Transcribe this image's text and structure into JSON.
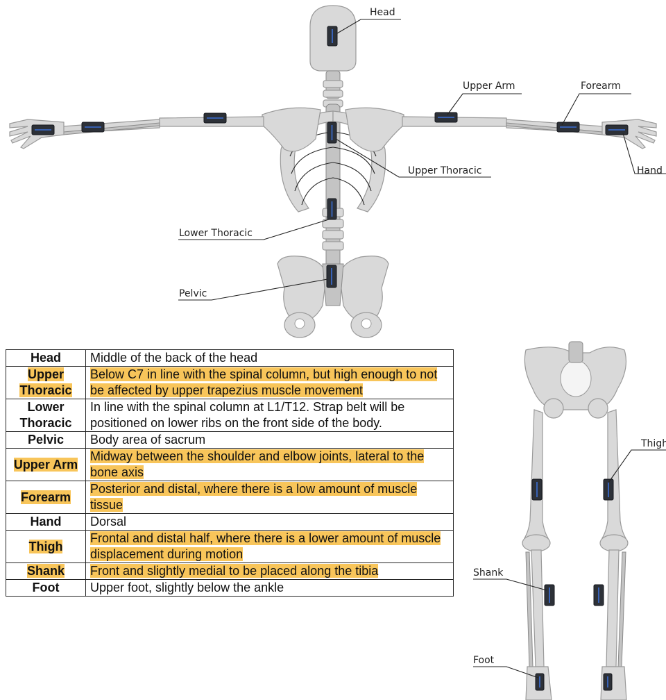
{
  "labels": {
    "head": "Head",
    "upper_arm": "Upper Arm",
    "forearm": "Forearm",
    "upper_thoracic": "Upper Thoracic",
    "hand": "Hand",
    "lower_thoracic": "Lower Thoracic",
    "pelvic": "Pelvic",
    "thigh": "Thigh",
    "shank": "Shank",
    "foot": "Foot"
  },
  "highlight_color": "#f8c55a",
  "table": {
    "rows": [
      {
        "segment": "Head",
        "description": "Middle of the back of the head",
        "highlighted": false
      },
      {
        "segment": "Upper Thoracic",
        "description": "Below C7 in line with the spinal column, but high enough to not be affected by upper trapezius muscle movement",
        "highlighted": true
      },
      {
        "segment": "Lower Thoracic",
        "description": "In line with the spinal column at L1/T12. Strap belt will be positioned on lower ribs on the front side of the body.",
        "highlighted": false
      },
      {
        "segment": "Pelvic",
        "description": "Body area of sacrum",
        "highlighted": false
      },
      {
        "segment": "Upper Arm",
        "description": "Midway between the shoulder and elbow joints, lateral to the bone axis",
        "highlighted": true
      },
      {
        "segment": "Forearm",
        "description": "Posterior and distal, where there is a low amount of muscle tissue",
        "highlighted": true
      },
      {
        "segment": "Hand",
        "description": "Dorsal",
        "highlighted": false
      },
      {
        "segment": "Thigh",
        "description": "Frontal and distal half, where there is a lower amount of muscle displacement during motion",
        "highlighted": true
      },
      {
        "segment": "Shank",
        "description": "Front and slightly medial to be placed along the tibia",
        "highlighted": true
      },
      {
        "segment": "Foot",
        "description": "Upper foot, slightly below the ankle",
        "highlighted": false
      }
    ]
  }
}
